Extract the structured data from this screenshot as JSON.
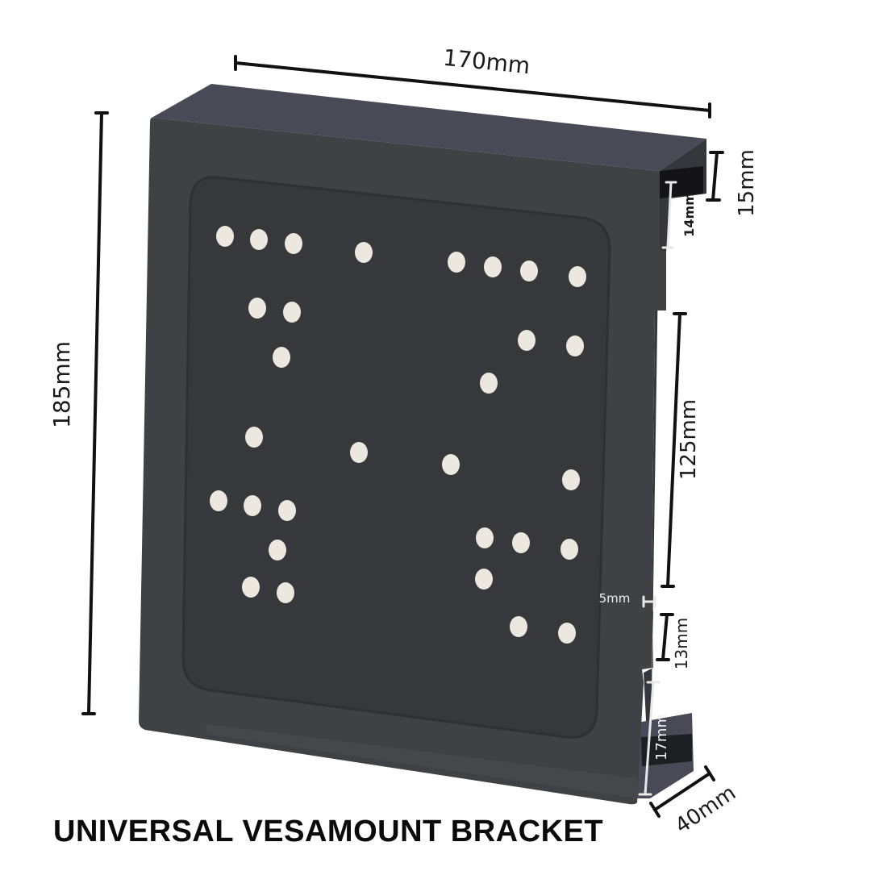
{
  "caption": "UNIVERSAL VESAMOUNT BRACKET",
  "dimensions": {
    "width": "170mm",
    "height": "185mm",
    "top_lip": "15mm",
    "top_slot": "14mm",
    "middle_span": "125mm",
    "small_gap": "5mm",
    "lower_tab": "13mm",
    "bottom_lip": "17mm",
    "depth": "40mm"
  },
  "colors": {
    "bracket_face": "#3f4245",
    "bracket_top": "#4a4a56",
    "plate": "#36383b",
    "hole": "#ece8e0"
  }
}
